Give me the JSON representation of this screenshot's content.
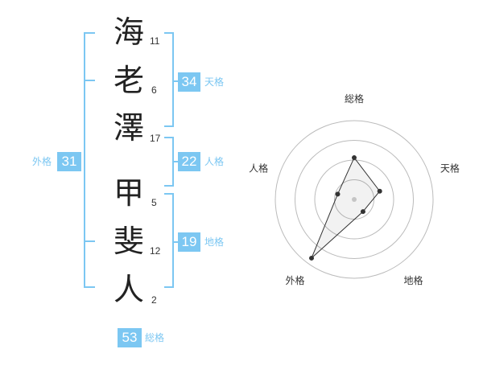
{
  "name_chars": [
    {
      "char": "海",
      "strokes": "11"
    },
    {
      "char": "老",
      "strokes": "6"
    },
    {
      "char": "澤",
      "strokes": "17"
    },
    {
      "char": "甲",
      "strokes": "5"
    },
    {
      "char": "斐",
      "strokes": "12"
    },
    {
      "char": "人",
      "strokes": "2"
    }
  ],
  "fortunes": {
    "tenkaku": {
      "value": "34",
      "label": "天格"
    },
    "jinkaku": {
      "value": "22",
      "label": "人格"
    },
    "chikaku": {
      "value": "19",
      "label": "地格"
    },
    "gaikaku": {
      "value": "31",
      "label": "外格"
    },
    "soukaku": {
      "value": "53",
      "label": "総格"
    }
  },
  "colors": {
    "accent": "#7cc7f2",
    "text": "#222222"
  },
  "chart_data": {
    "type": "radar",
    "axes": [
      "総格",
      "天格",
      "地格",
      "外格",
      "人格"
    ],
    "values": [
      0.53,
      0.34,
      0.19,
      0.92,
      0.22
    ],
    "rings": 4
  }
}
